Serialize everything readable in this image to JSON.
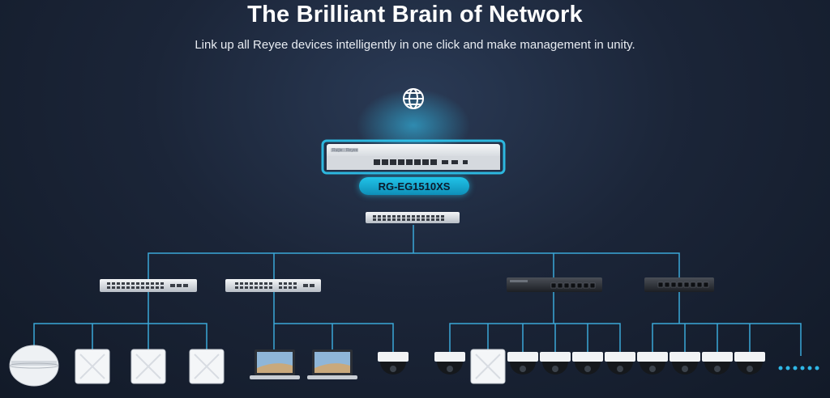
{
  "header": {
    "title": "The Brilliant Brain of Network",
    "subtitle": "Link up all Reyee devices intelligently in one click and make management in unity."
  },
  "gateway": {
    "model": "RG-EG1510XS",
    "brand_mark": "Ruijie · Reyee"
  },
  "icons": {
    "internet": "globe-icon",
    "more": "ellipsis-dots-icon"
  },
  "colors": {
    "line": "#3aa8d8",
    "badge": "#1fb8e0",
    "glow": "#2fc6f0"
  },
  "tiers": {
    "core_switch": "aggregation-switch",
    "access_switches": [
      "access-switch-1",
      "access-switch-2",
      "poe-switch-1",
      "poe-switch-2"
    ],
    "endpoints": [
      "outdoor-ap",
      "ceiling-ap",
      "ceiling-ap",
      "ceiling-ap",
      "laptop",
      "laptop",
      "dome-camera",
      "dome-camera",
      "ceiling-ap",
      "dome-camera",
      "dome-camera",
      "dome-camera",
      "dome-camera",
      "dome-camera",
      "dome-camera",
      "dome-camera",
      "dome-camera"
    ]
  }
}
